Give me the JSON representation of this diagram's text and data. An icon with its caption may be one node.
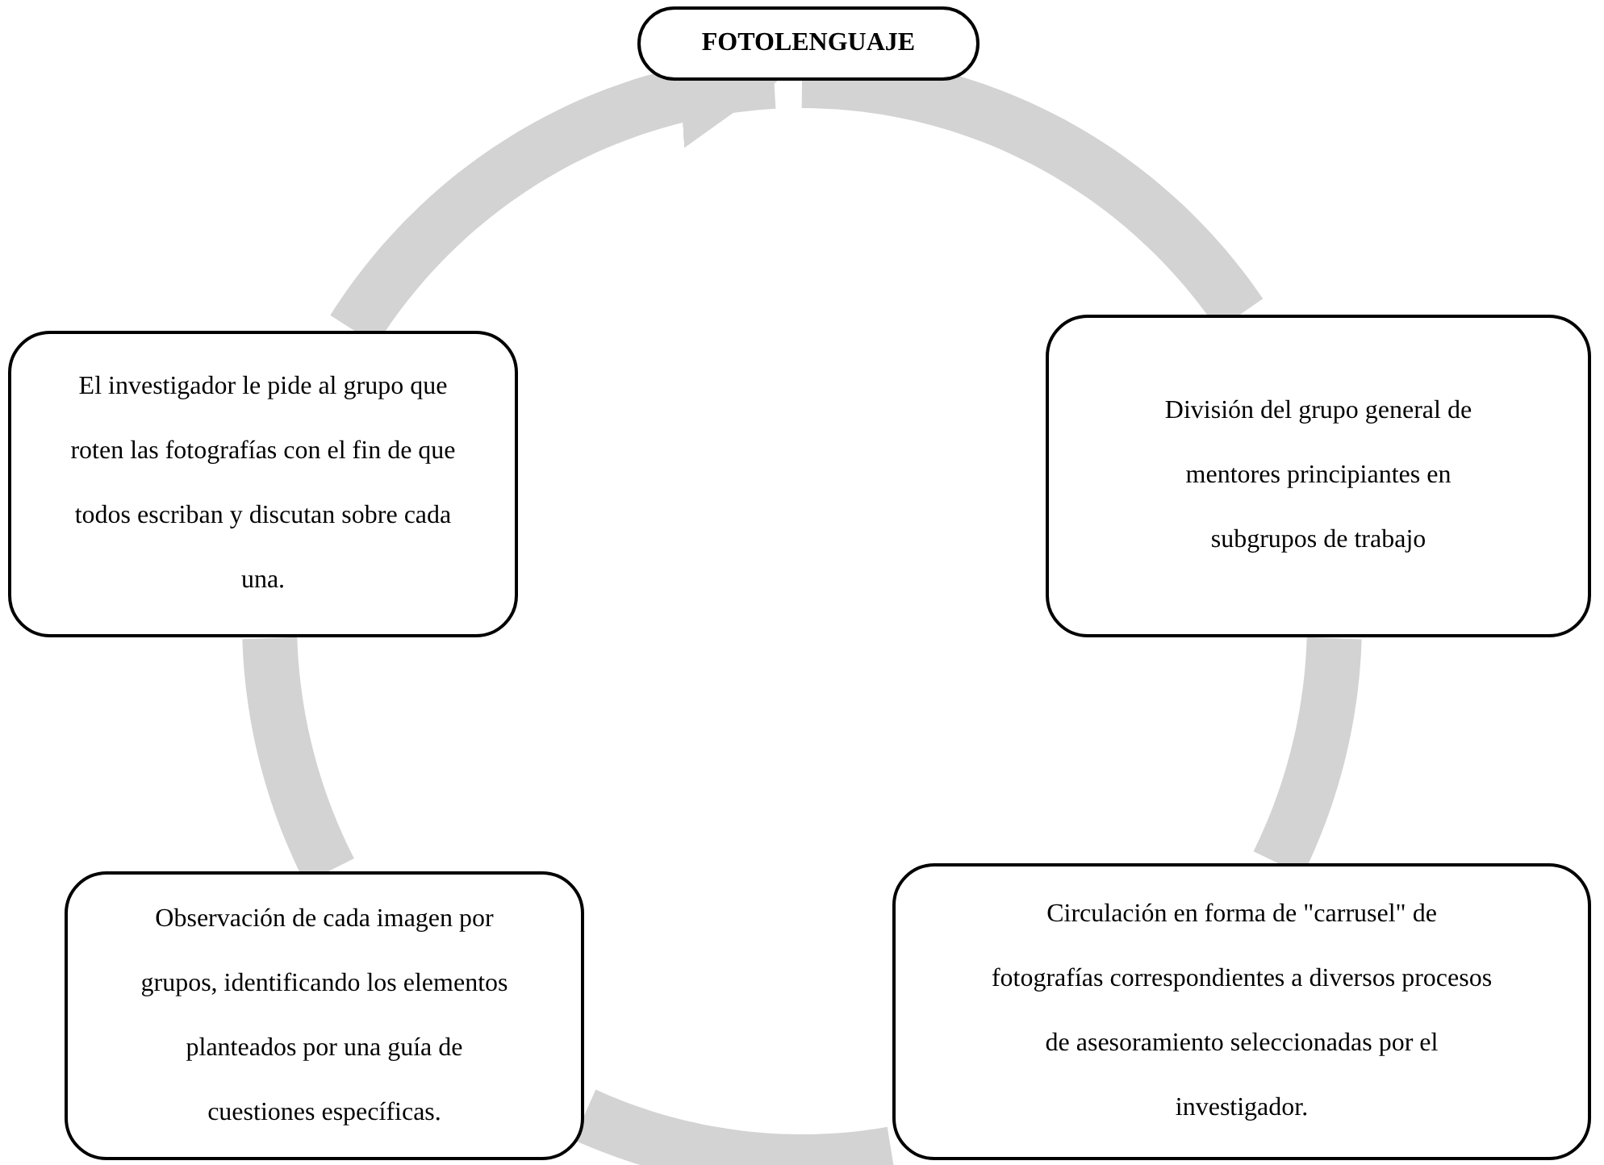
{
  "diagram": {
    "nodes": [
      {
        "text": [
          "FOTOLENGUAJE"
        ]
      },
      {
        "text": [
          "División del grupo general de mentores principiantes en subgrupos de trabajo"
        ]
      },
      {
        "text": [
          "Circulación en forma de \"carrusel\" de fotografías correspondientes a diversos procesos de asesoramiento seleccionadas por el investigador."
        ]
      },
      {
        "text": [
          "Observación de cada imagen por grupos, identificando los elementos planteados por una guía de cuestiones específicas."
        ]
      },
      {
        "text": [
          "El investigador le pide al grupo que roten las fotografías con el fin de que todos escriban y discutan sobre cada una."
        ]
      }
    ],
    "edges": [
      {
        "from": 0,
        "to": 1,
        "arrow": "none"
      },
      {
        "from": 1,
        "to": 2,
        "arrow": "none"
      },
      {
        "from": 2,
        "to": 3,
        "arrow": "none"
      },
      {
        "from": 3,
        "to": 4,
        "arrow": "none"
      },
      {
        "from": 4,
        "to": 0,
        "arrow": "to"
      }
    ]
  }
}
